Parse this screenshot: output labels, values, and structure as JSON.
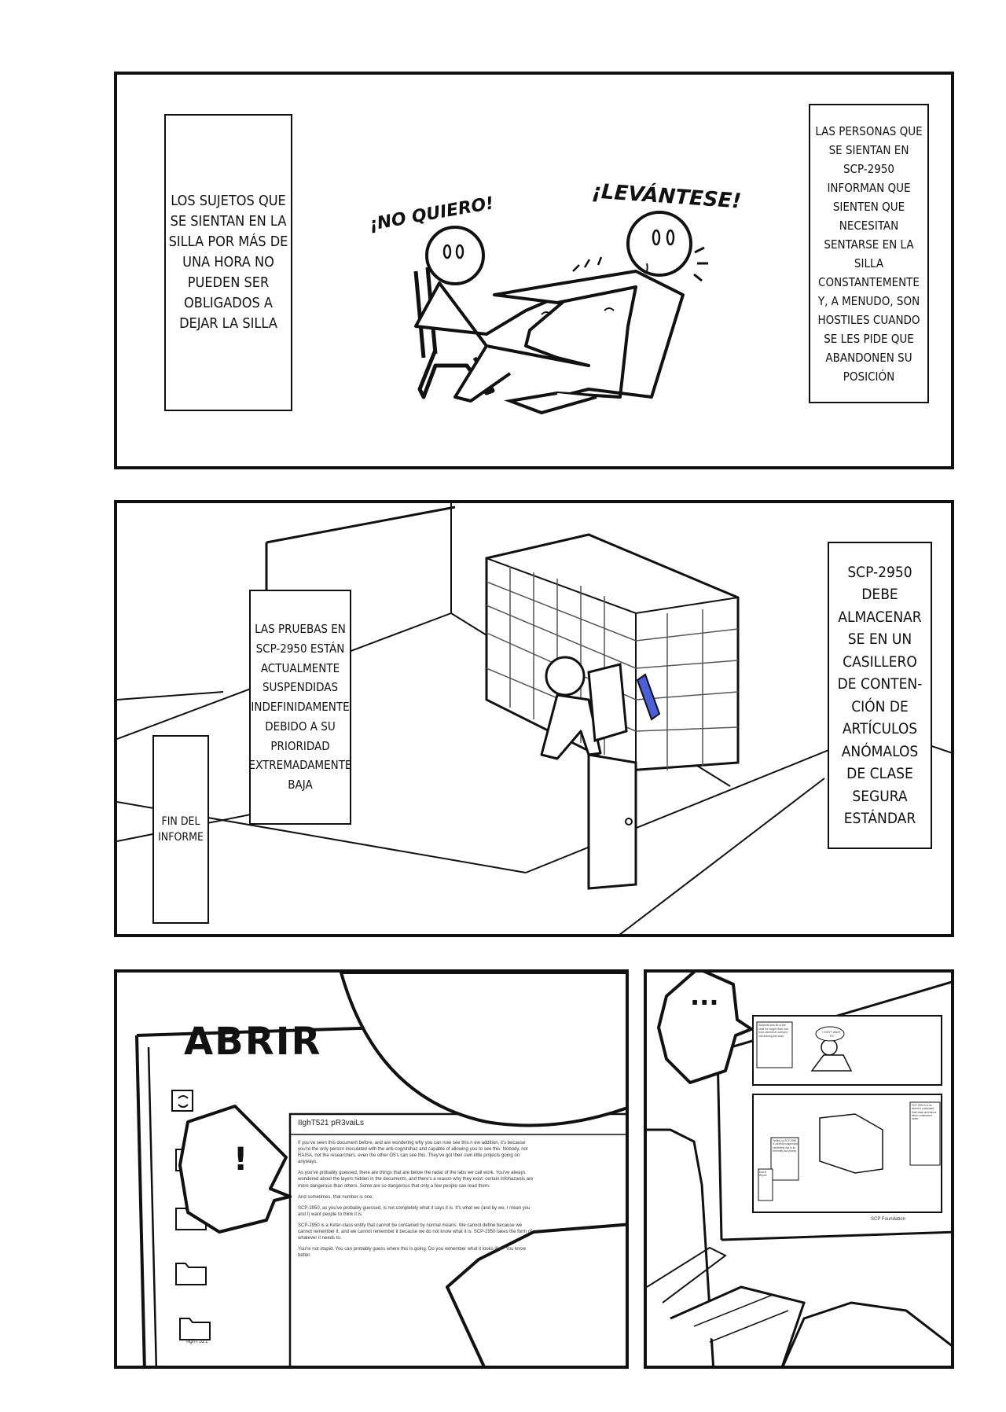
{
  "panel1": {
    "caption_left": "LOS SUJETOS QUE\nSE SIENTAN EN LA\nSILLA POR MÁS DE\nUNA HORA NO\nPUEDEN SER\nOBLIGADOS A\nDEJAR LA SILLA",
    "caption_right": "LAS PERSONAS QUE\nSE SIENTAN EN\nSCP-2950\nINFORMAN QUE\nSIENTEN QUE\nNECESITAN\nSENTARSE EN LA\nSILLA\nCONSTANTEMENTE\nY, A MENUDO, SON\nHOSTILES CUANDO\nSE LES PIDE QUE\nABANDONEN SU\nPOSICIÓN",
    "sfx_sitting": "¡NO QUIERO!",
    "sfx_standing": "¡LEVÁNTESE!"
  },
  "panel2": {
    "caption_tests": "LAS PRUEBAS EN\nSCP-2950 ESTÁN\nACTUALMENTE\nSUSPENDIDAS\nINDEFINIDAMENTE\nDEBIDO A SU\nPRIORIDAD\nEXTREMADAMENTE\nBAJA",
    "caption_end": "FIN DEL\nINFORME",
    "caption_storage": "SCP-2950\nDEBE\nALMACENAR\nSE EN UN\nCASILLERO\nDE CONTEN-\nCIÓN DE\nARTÍCULOS\nANÓMALOS\nDE CLASE\nSEGURA\nESTÁNDAR"
  },
  "panel3": {
    "sfx_open": "ABRIR",
    "exclaim": "!",
    "folder_label": "IIghT521",
    "doc_title": "IIghT521 pR3vaiLs",
    "doc_paragraphs": [
      "If you've seen this document before, and are wondering why you can now see this n ew addition, it's because you're the only person inoculated with the anti-cognitohaz and capable of allowing you to see this. Nobody, not RAISA, not the researchers, even the other O5's can see this. They've got their own little projects going on anyways.",
      "As you've probably guessed, there are things that are below the radar of the labs we call work. You've always wondered about the layers hidden in the documents, and there's a reason why they exist: certain infohazards are more dangerous than others. Some are so dangerous that only a few people can read them.",
      "And sometimes, that number is one.",
      "SCP-2950, as you've probably guessed, is not completely what it says it is. It's what we (and by we, I mean you and I) want people to think it is.",
      "SCP-2950 is a Keter-class entity that cannot be contained by normal means. We cannot define because we cannot remember it, and we cannot remember it because we do not know what it is. SCP-2950 takes the form of whatever it needs to.",
      "You're not stupid. You can probably guess where this is going. Do you remember what it looks like? You know better."
    ]
  },
  "panel4": {
    "ellipsis": "...",
    "thumb_caption_1": "Subjects who sit in the chair for longer than one hour cannot be coerced into leaving the chair.",
    "thumb_bubble": "I DON'T WANT TO!",
    "thumb_caption_2": "Testing on SCP-2950 is currently suspended indefinitely due to its extremely low priority.",
    "thumb_caption_3": "SCP-2950 is to be stored in a standard Safe-class anomalous items containment locker.",
    "thumb_caption_4": "End of Report",
    "monitor_footer": "SCP Foundation"
  }
}
